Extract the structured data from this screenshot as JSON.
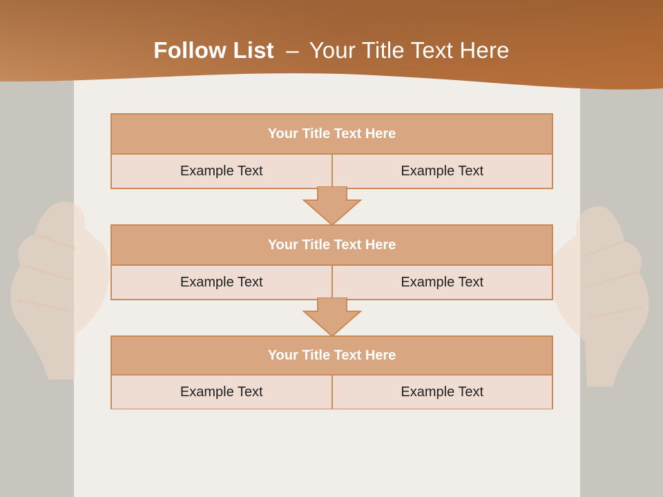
{
  "header": {
    "title_bold": "Follow List",
    "title_sep": "–",
    "title_rest": "Your Title Text Here"
  },
  "colors": {
    "header_brown": "#b8743f",
    "block_border": "#c98a57",
    "block_title_bg": "#d8a781",
    "cell_bg": "#efdcd3",
    "paper": "#f1eeea",
    "background": "#c8c4be"
  },
  "blocks": [
    {
      "title": "Your Title Text Here",
      "cells": [
        "Example Text",
        "Example Text"
      ]
    },
    {
      "title": "Your Title Text Here",
      "cells": [
        "Example Text",
        "Example Text"
      ]
    },
    {
      "title": "Your Title Text Here",
      "cells": [
        "Example Text",
        "Example Text"
      ]
    }
  ],
  "icons": {
    "arrow": "down-arrow-icon",
    "hands": "hands-holding-paper-image"
  }
}
